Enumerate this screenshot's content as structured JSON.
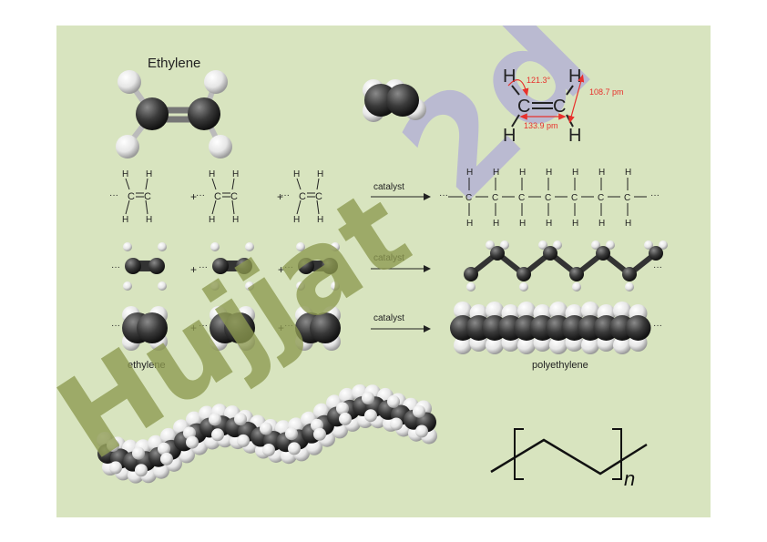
{
  "title": "Ethylene",
  "bond_angle": "121.3°",
  "ch_length": "108.7 pm",
  "cc_length": "133.9 pm",
  "catalyst": "catalyst",
  "plus": "+",
  "ellipsis": "···",
  "atom_h": "H",
  "atom_c": "C",
  "label_ethylene": "ethylene",
  "label_polyethylene": "polyethylene",
  "subscript_n": "n",
  "watermark_top": "2d",
  "watermark_main": "Hujjat",
  "colors": {
    "background": "#d8e4bf",
    "angle_annotation": "#e8312c",
    "watermark_olive": "#8d9a50",
    "watermark_lavender": "#b5b3d5"
  }
}
